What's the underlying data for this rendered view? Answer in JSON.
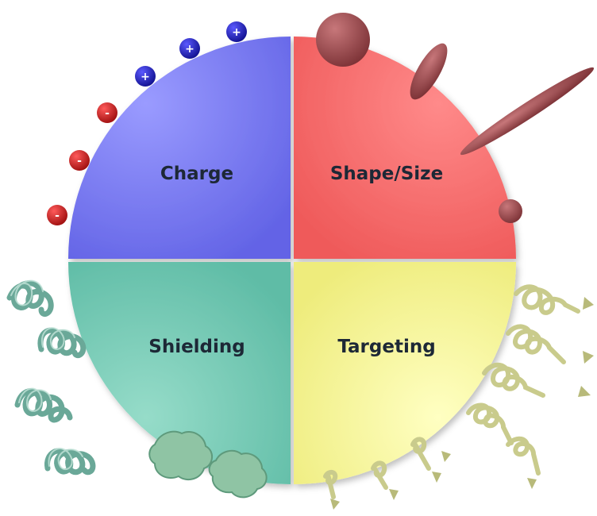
{
  "quadrants": {
    "charge": {
      "label": "Charge",
      "color": "#7b7cf5"
    },
    "shape_size": {
      "label": "Shape/Size",
      "color": "#f76e6e"
    },
    "shielding": {
      "label": "Shielding",
      "color": "#79cdb9"
    },
    "targeting": {
      "label": "Targeting",
      "color": "#fbfa9a"
    }
  },
  "charges": {
    "positive": {
      "sign": "+",
      "color": "#1b18c8"
    },
    "negative": {
      "sign": "-",
      "color": "#d81a1a"
    }
  },
  "decor": {
    "particle_color": "#9a4548",
    "polymer_color": "#6aa898",
    "ligand_color": "#d9dba6",
    "protein_color": "#8fc4a4"
  }
}
